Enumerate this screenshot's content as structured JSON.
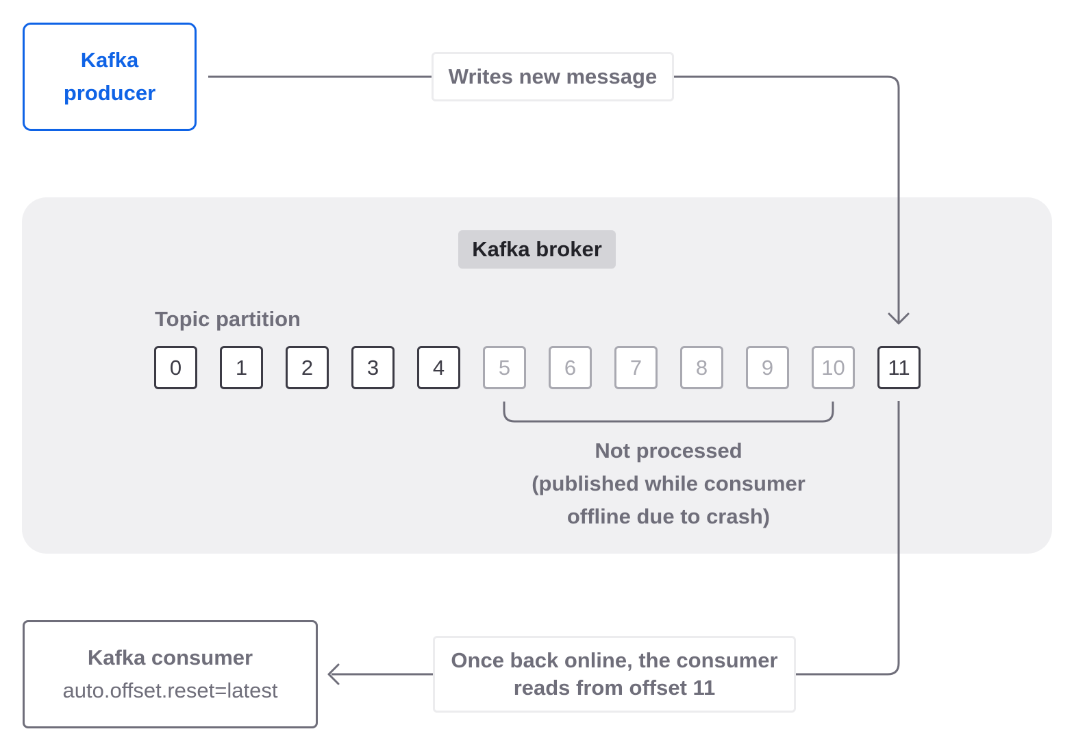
{
  "producer": {
    "lines": [
      "Kafka",
      "producer"
    ]
  },
  "writes_label": "Writes new message",
  "broker": {
    "title": "Kafka broker",
    "topic_label": "Topic partition"
  },
  "offsets": [
    {
      "label": "0",
      "faded": false
    },
    {
      "label": "1",
      "faded": false
    },
    {
      "label": "2",
      "faded": false
    },
    {
      "label": "3",
      "faded": false
    },
    {
      "label": "4",
      "faded": false
    },
    {
      "label": "5",
      "faded": true
    },
    {
      "label": "6",
      "faded": true
    },
    {
      "label": "7",
      "faded": true
    },
    {
      "label": "8",
      "faded": true
    },
    {
      "label": "9",
      "faded": true
    },
    {
      "label": "10",
      "faded": true
    },
    {
      "label": "11",
      "faded": false
    }
  ],
  "not_processed": [
    "Not processed",
    "(published while consumer",
    "offline due to crash)"
  ],
  "reads_label": [
    "Once back online, the consumer",
    "reads from offset 11"
  ],
  "consumer": {
    "title": "Kafka consumer",
    "config": "auto.offset.reset=latest"
  },
  "colors": {
    "producer": "#0f63e6",
    "wire": "#6f6e7a",
    "broker_bg": "#f0f0f2",
    "offset_active": "#3c3b45",
    "offset_faded": "#a9a9b1"
  }
}
